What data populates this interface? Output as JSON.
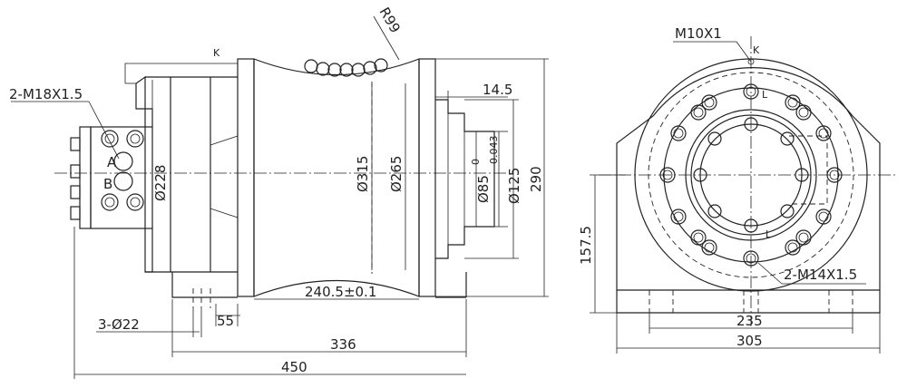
{
  "labels": {
    "port_thread": "2-M18X1.5",
    "port_a": "A",
    "port_b": "B",
    "k_left": "K",
    "k_right": "K",
    "radius": "R99",
    "dia_228": "Ø228",
    "dia_315": "Ø315",
    "dia_265": "Ø265",
    "dia_85": "Ø85",
    "tol_85_upper": "0",
    "tol_85_lower": "-0.043",
    "dia_125": "Ø125",
    "dim_14_5": "14.5",
    "dim_290": "290",
    "dim_240_5": "240.5±0.1",
    "dim_55": "55",
    "holes": "3-Ø22",
    "dim_336": "336",
    "dim_450": "450",
    "m10": "M10X1",
    "m14": "2-M14X1.5",
    "l_upper": "L",
    "l_lower": "L",
    "dim_157_5": "157.5",
    "dim_235": "235",
    "dim_305": "305"
  }
}
